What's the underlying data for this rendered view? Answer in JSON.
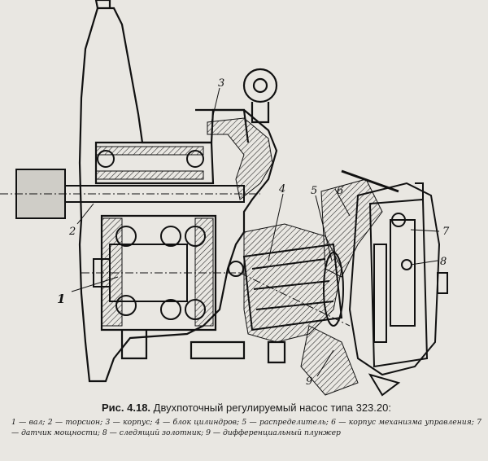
{
  "figure": {
    "labels": {
      "l1": "1",
      "l2": "2",
      "l3": "3",
      "l4": "4",
      "l5": "5",
      "l6": "6",
      "l7": "7",
      "l8": "8",
      "l9": "9"
    }
  },
  "caption": {
    "title_number": "Рис. 4.18.",
    "title_text": "Двухпоточный регулируемый насос типа 323.20:",
    "legend": "1 — вал; 2 — торсион; 3 — корпус; 4 — блок цилиндров; 5 — распределитель; 6 — корпус механизма управления; 7 — датчик мощности; 8 — следящий золотник; 9 — дифференциальный плунжер"
  }
}
